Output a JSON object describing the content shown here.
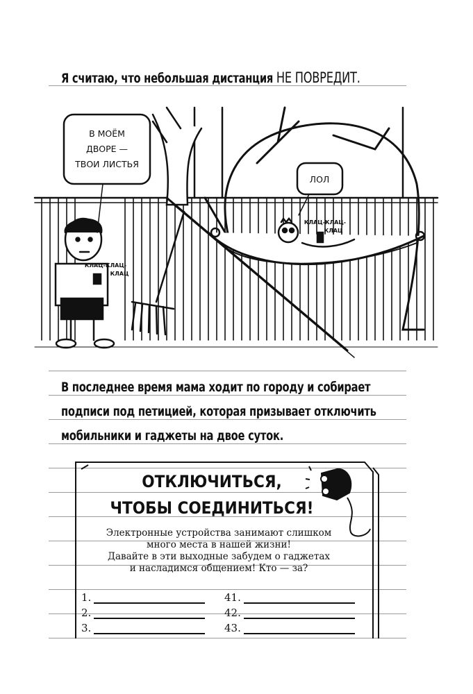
{
  "page": {
    "line1": {
      "text": "Я считаю, что небольшая дистанция",
      "caps": "НЕ ПОВРЕДИТ."
    },
    "illustration": {
      "bubble_neighbor": [
        "В МОЁМ",
        "ДВОРЕ —",
        "ТВОИ ЛИСТЬЯ"
      ],
      "bubble_greg": "ЛОЛ",
      "sfx_greg": [
        "КЛАЦ-КЛАЦ-",
        "КЛАЦ"
      ],
      "sfx_neighbor": [
        "КЛАЦ-КЛАЦ-",
        "КЛАЦ"
      ]
    },
    "paragraph": [
      "В последнее время мама ходит по городу и собирает",
      "подписи под петицией, которая призывает отключить",
      "мобильники и гаджеты на двое суток."
    ],
    "petition": {
      "title_line1": "ОТКЛЮЧИТЬСЯ,",
      "title_line2": "ЧТОБЫ СОЕДИНИТЬСЯ!",
      "body": [
        "Электронные устройства занимают слишком",
        "много места в нашей жизни!",
        "Давайте в эти выходные забудем о гаджетах",
        "и насладимся общением! Кто — за?"
      ],
      "signatures_left": [
        "1.",
        "2.",
        "3."
      ],
      "signatures_right": [
        "41.",
        "42.",
        "43."
      ]
    }
  }
}
